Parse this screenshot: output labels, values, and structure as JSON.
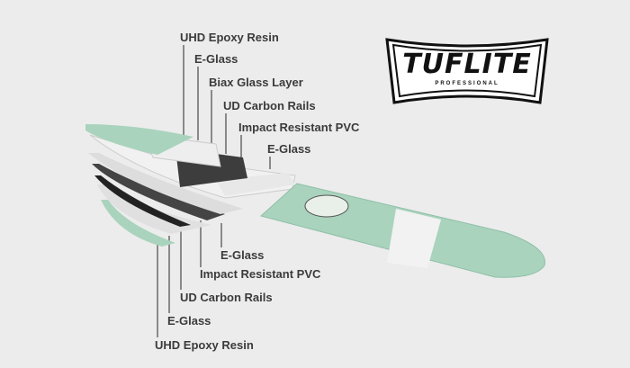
{
  "brand": {
    "name": "TUFLITE",
    "subtitle": "PROFESSIONAL"
  },
  "top_layers": [
    "UHD Epoxy Resin",
    "E-Glass",
    "Biax Glass Layer",
    "UD Carbon Rails",
    "Impact Resistant PVC",
    "E-Glass"
  ],
  "bottom_layers": [
    "E-Glass",
    "Impact Resistant PVC",
    "UD Carbon Rails",
    "E-Glass",
    "UHD Epoxy Resin"
  ],
  "colors": {
    "board": "#a9d3bd",
    "layer": "#e4e4e4",
    "carbon": "#3a3a3a",
    "background": "#ececec"
  }
}
